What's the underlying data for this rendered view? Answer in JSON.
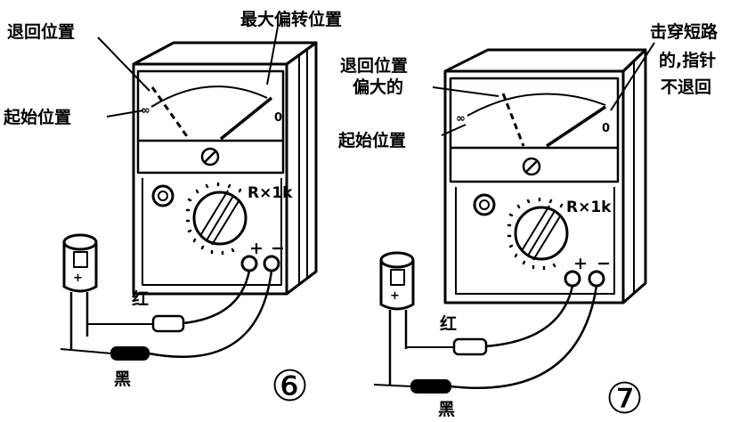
{
  "figure6": {
    "return_position": "退回位置",
    "max_deflection_position": "最大偏转位置",
    "start_position": "起始位置",
    "infinity": "∞",
    "zero": "0",
    "range": "R×1k",
    "plus": "+",
    "minus": "−",
    "plus_mark": "+",
    "red_lead": "红",
    "black_lead": "黑",
    "number": "⑥"
  },
  "figure7": {
    "return_position_line1": "退回位置",
    "return_position_line2": "偏大的",
    "start_position": "起始位置",
    "breakdown_line1": "击穿短路",
    "breakdown_line2": "的,指针",
    "breakdown_line3": "不退回",
    "infinity": "∞",
    "zero": "0",
    "range": "R×1k",
    "plus": "+",
    "minus": "−",
    "plus_mark": "+",
    "red_lead": "红",
    "black_lead": "黑",
    "number": "⑦"
  }
}
